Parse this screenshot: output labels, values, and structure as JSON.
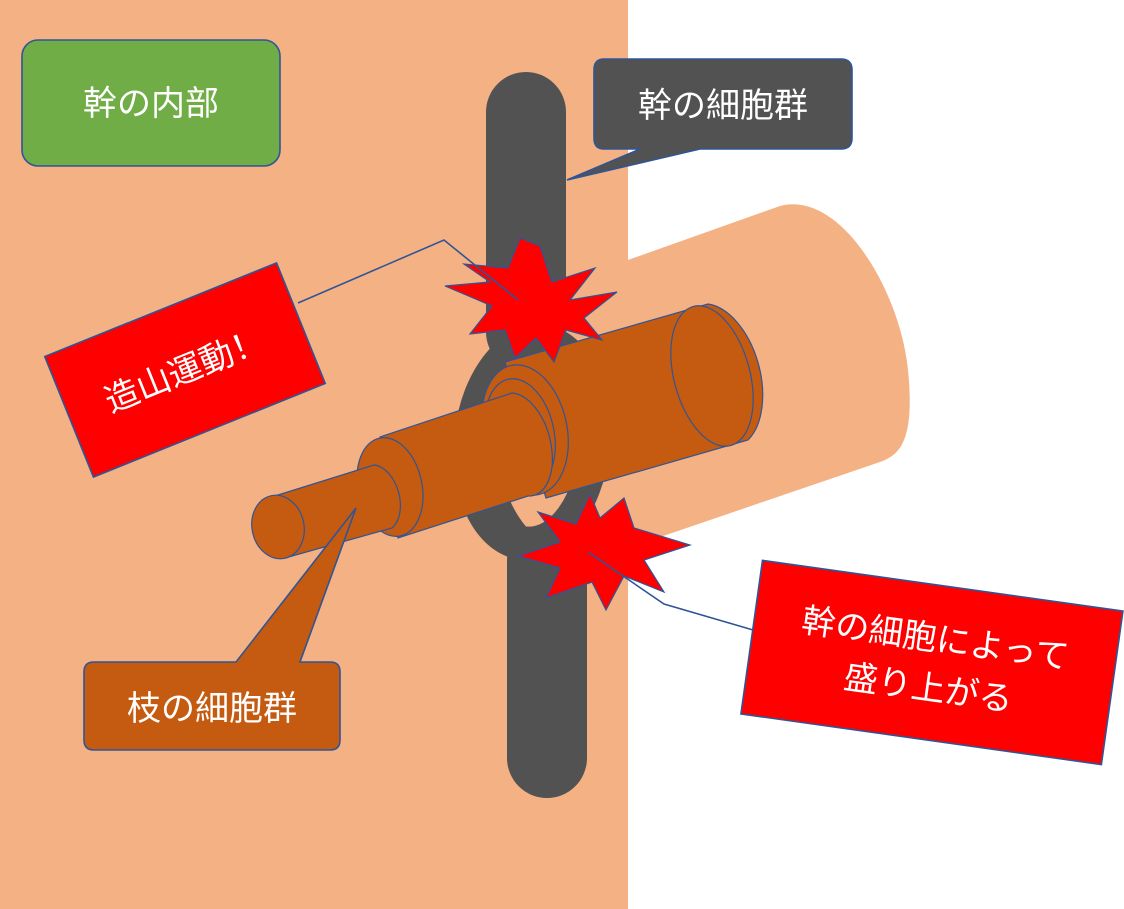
{
  "labels": {
    "trunk_interior": "幹の内部",
    "trunk_cells": "幹の細胞群",
    "mountain_building": "造山運動！",
    "branch_cells": "枝の細胞群",
    "raised_line1": "幹の細胞によって",
    "raised_line2": "盛り上がる"
  },
  "colors": {
    "trunk_interior_bg": "#f4b183",
    "trunk_cells": "#525252",
    "branch": "#c55a11",
    "branch_edge": "#2f5597",
    "trunk_interior_box": "#70ad47",
    "alert_box": "#ff0000",
    "leader_line": "#2f5597",
    "burst": "#ff0000",
    "text": "#ffffff"
  },
  "icons": {
    "burst_top": "explosion-burst-icon",
    "burst_bottom": "explosion-burst-icon"
  }
}
